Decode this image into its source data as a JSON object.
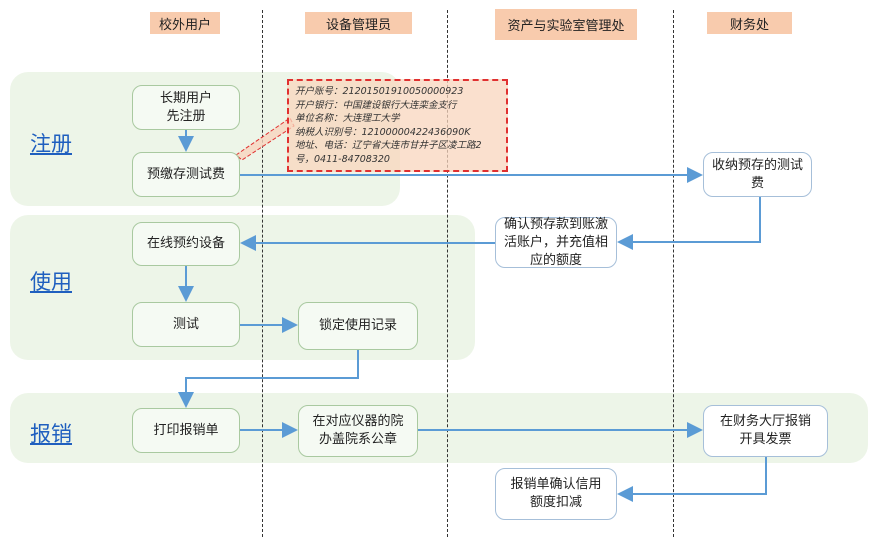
{
  "headers": [
    "校外用户",
    "设备管理员",
    "资产与实验室管理处",
    "财务处"
  ],
  "phases": {
    "register": "注册",
    "use": "使用",
    "reimburse": "报销"
  },
  "boxes": {
    "long_term_user": "长期用户先注册",
    "prepay": "预缴存测试费",
    "book_online": "在线预约设备",
    "test": "测试",
    "lock_record": "锁定使用记录",
    "print_form": "打印报销单",
    "stamp": "在对应仪器的院办盖院系公章",
    "collect_fee": "收纳预存的测试费",
    "confirm_deposit": "确认预存款到账激活账户，并充值相应的额度",
    "invoice": "在财务大厅报销开具发票",
    "credit_deduct": "报销单确认信用额度扣减"
  },
  "callout": [
    "开户账号：21201501910050000923",
    "开户银行：中国建设银行大连栾金支行",
    "单位名称：大连理工大学",
    "纳税人识别号：12100000422436090K",
    "地址、电话：辽宁省大连市甘井子区凌工路2号，0411-84708320"
  ],
  "colors": {
    "arrow": "#5b9bd5",
    "header": "#f8cbad",
    "band": "#eaf3e4",
    "callout_border": "#e03030"
  }
}
